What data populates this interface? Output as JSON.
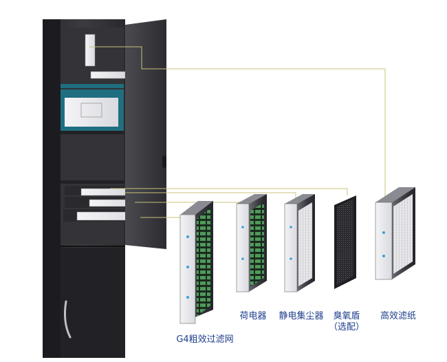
{
  "labels": {
    "g4_filter": "G4粗效过滤网",
    "charger": "荷电器",
    "electrostatic_collector": "静电集尘器",
    "ozone_shield_line1": "臭氧盾",
    "ozone_shield_line2": "（选配）",
    "hepa_filter": "高效滤纸"
  },
  "colors": {
    "cabinet": "#2f2f33",
    "cabinet_dark": "#1e1e21",
    "door": "#3a3a3e",
    "teal": "#1f6f80",
    "leader_line": "#c9c37a",
    "label_text": "#1f3e8c",
    "filter_frame": "#505058",
    "mesh_green": "#4e9a5a",
    "mesh_dark": "#16231a"
  },
  "icons": [
    "cabinet-illustration",
    "filter-module-icon"
  ]
}
